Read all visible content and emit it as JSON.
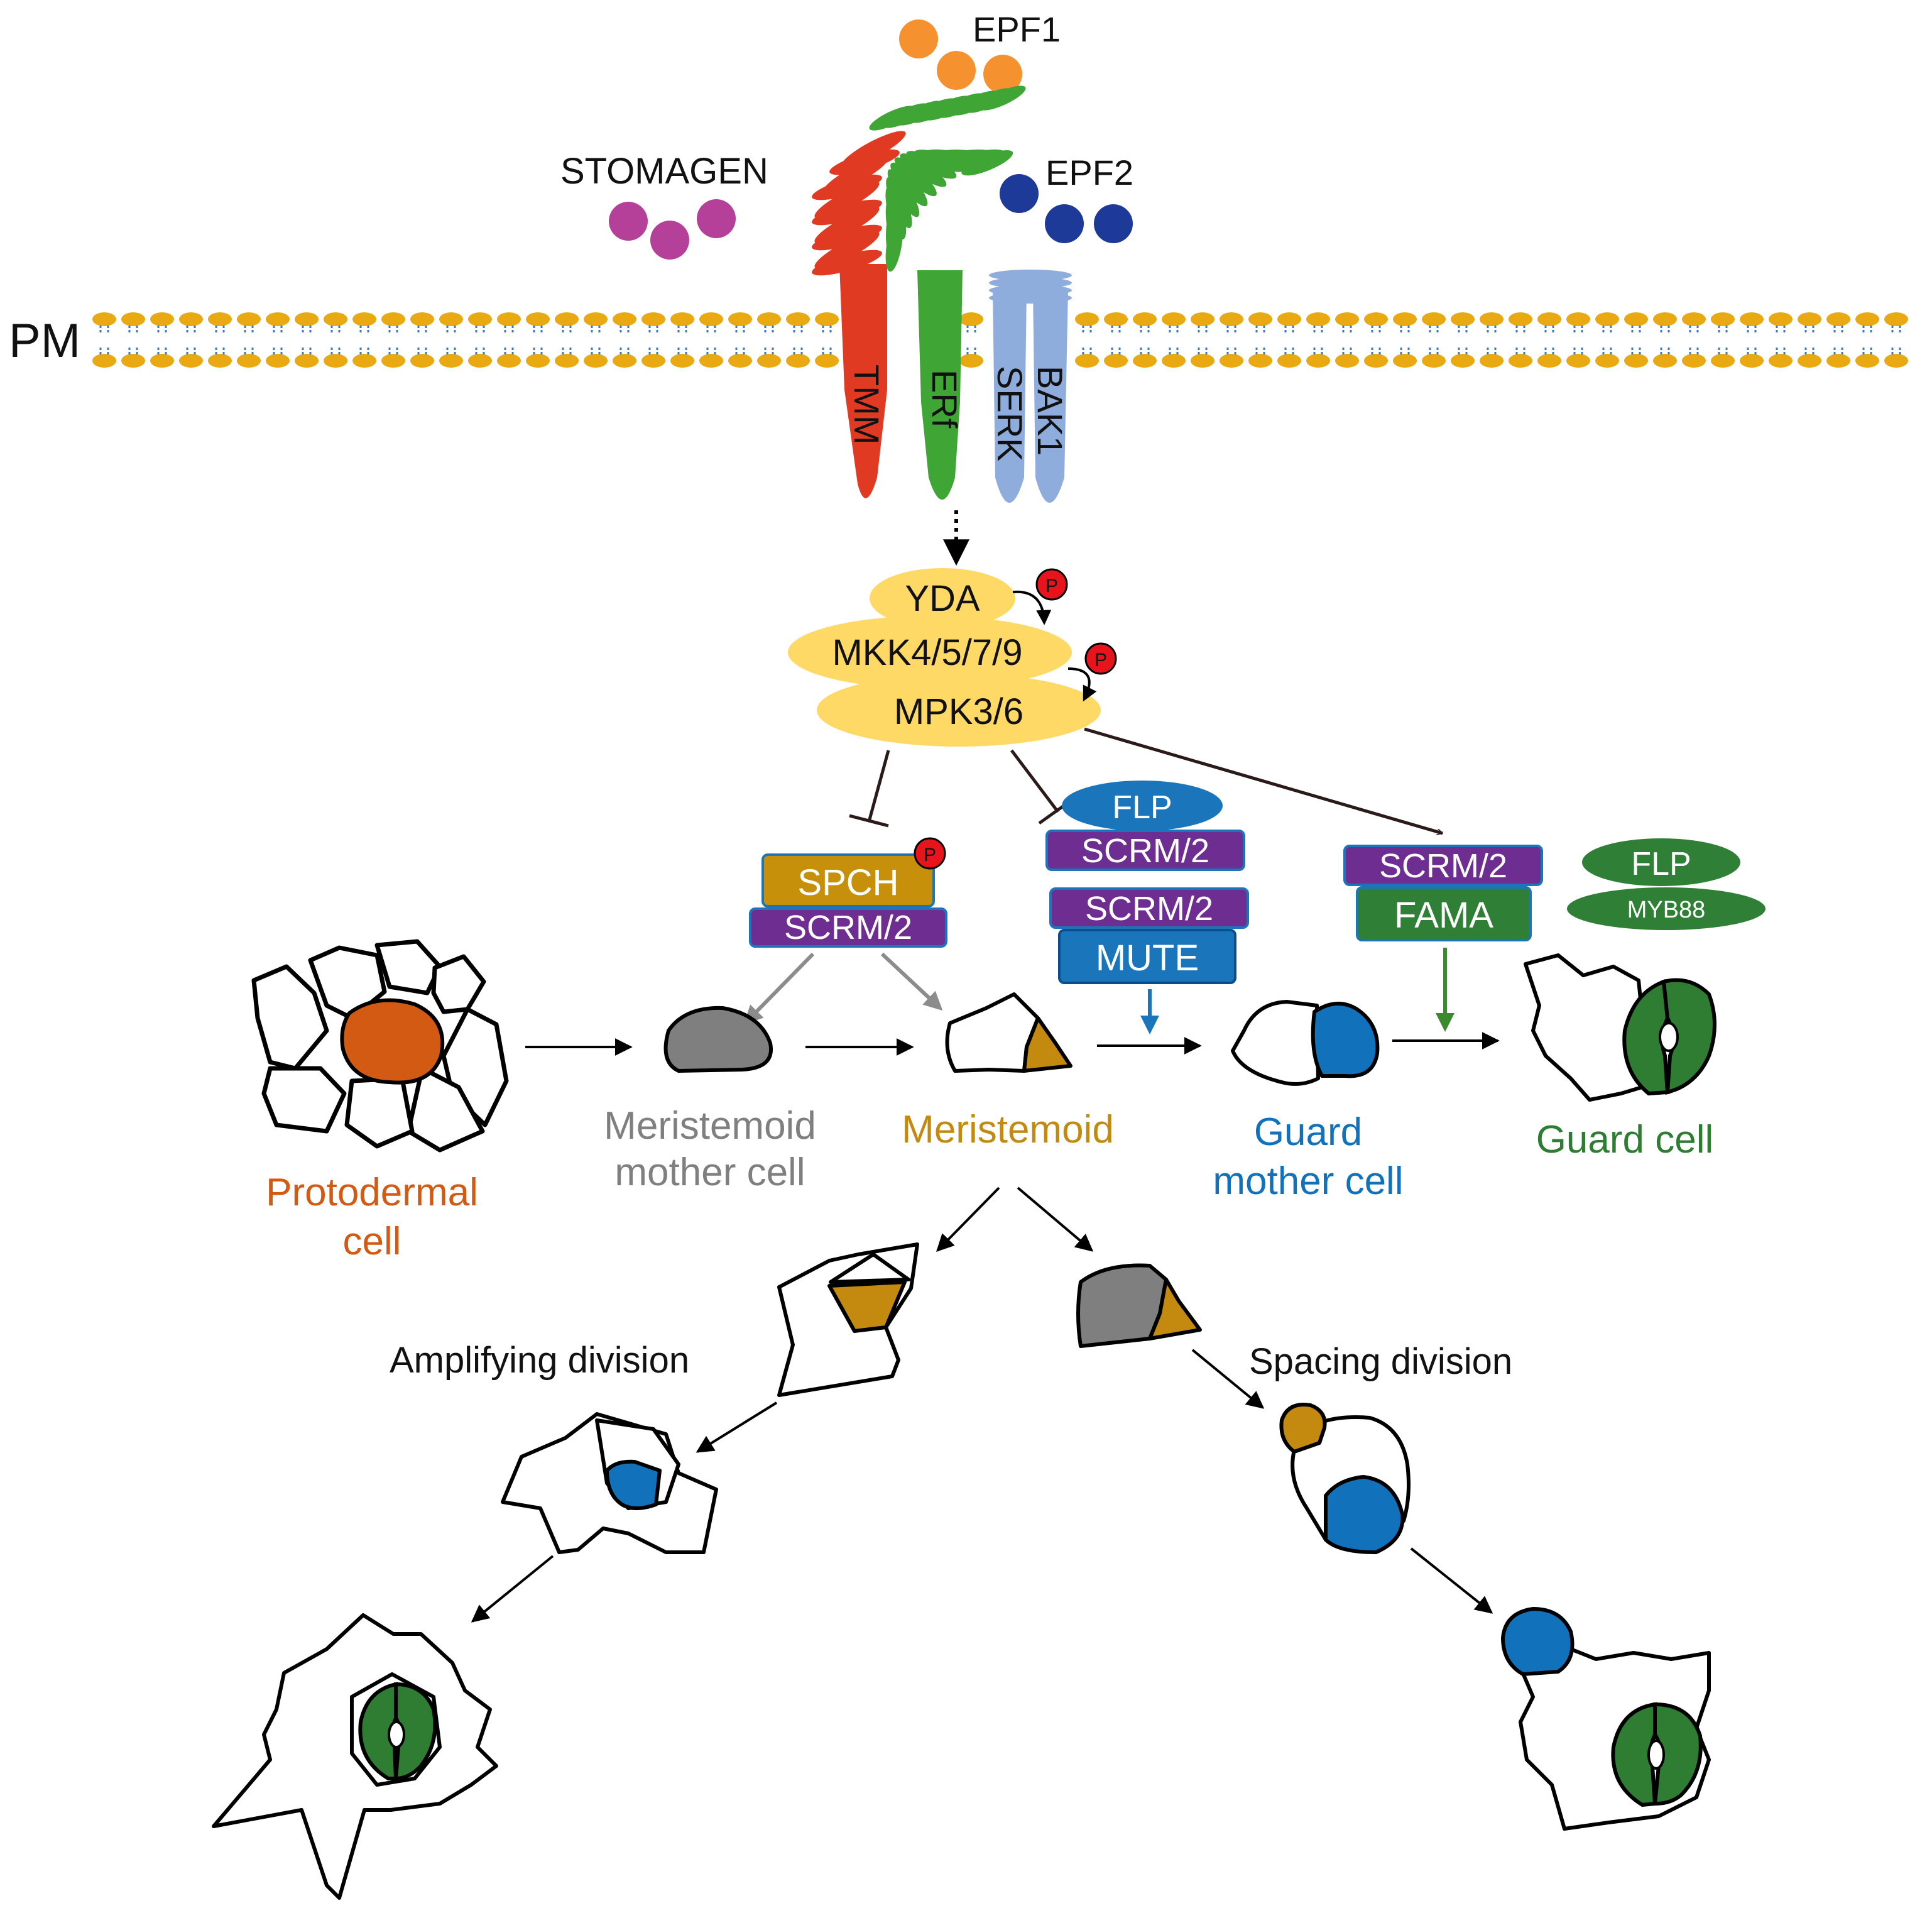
{
  "membrane": {
    "label": "PM"
  },
  "ligands": {
    "epf1": "EPF1",
    "stomagen": "STOMAGEN",
    "epf2": "EPF2"
  },
  "receptors": {
    "tmm": "TMM",
    "erf": "ERf",
    "serk_line1": "BAK1",
    "serk_line2": "SERK"
  },
  "mapk": {
    "yda": "YDA",
    "mkk": "MKK4/5/7/9",
    "mpk": "MPK3/6",
    "phospho": "P"
  },
  "complexes": {
    "spch": "SPCH",
    "scrm_spch": "SCRM/2",
    "flp_top": "FLP",
    "scrm_flp": "SCRM/2",
    "scrm_mute": "SCRM/2",
    "mute": "MUTE",
    "scrm_fama": "SCRM/2",
    "fama": "FAMA",
    "flp_right": "FLP",
    "myb88": "MYB88"
  },
  "stages": {
    "protodermal_1": "Protodermal",
    "protodermal_2": "cell",
    "mmc_1": "Meristemoid",
    "mmc_2": "mother cell",
    "meristemoid": "Meristemoid",
    "gmc_1": "Guard",
    "gmc_2": "mother cell",
    "guard": "Guard cell"
  },
  "divisions": {
    "amplifying": "Amplifying division",
    "spacing": "Spacing division"
  },
  "colors": {
    "membrane": "#E8A912",
    "membrane_tail": "#3A79C0",
    "tmm": "#E03A22",
    "erf": "#3FA535",
    "serk": "#8FADDC",
    "epf1": "#F5922F",
    "stomagen": "#B4409A",
    "epf2": "#1E3A99",
    "mapk": "#FFD966",
    "phospho": "#E8141B",
    "spch": "#C6900B",
    "scrm": "#6D2D91",
    "flp_blue": "#1B75BB",
    "fama_green": "#2F8036",
    "protodermal": "#D35A12",
    "mmc": "#7F7F7F",
    "meristemoid": "#C38A0F",
    "gmc": "#1172BB",
    "guard": "#2E7D32"
  }
}
